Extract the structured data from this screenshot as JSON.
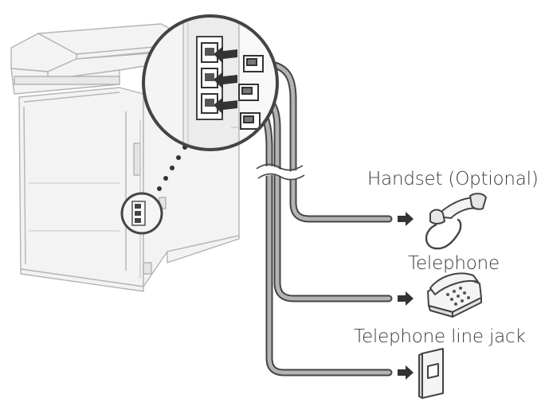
{
  "labels": {
    "handset": "Handset (Optional)",
    "telephone": "Telephone",
    "line_jack": "Telephone line jack"
  },
  "colors": {
    "printer_outline": "#b5b5b5",
    "printer_fill": "#f2f2f2",
    "cable_outer": "#444444",
    "cable_inner": "#b0b0b0",
    "arrow": "#333333",
    "text": "#3a3a3a"
  },
  "icons": [
    "printer-icon",
    "port-zoom-callout",
    "handset-icon",
    "telephone-icon",
    "line-jack-icon",
    "arrow-icon"
  ]
}
